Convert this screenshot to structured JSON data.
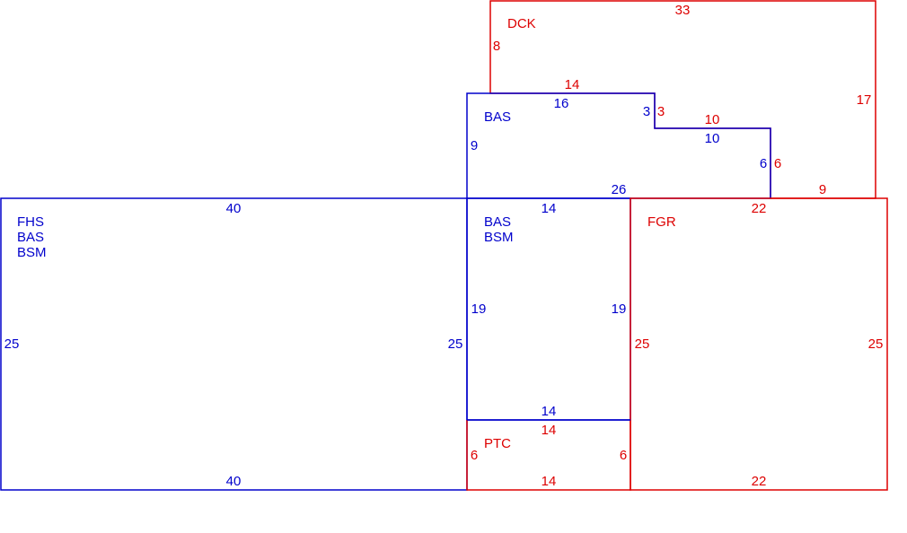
{
  "colors": {
    "living": "#0000cc",
    "other": "#dd0000"
  },
  "areas": {
    "dck": "DCK",
    "bas_top": "BAS",
    "main_1": "FHS",
    "main_2": "BAS",
    "main_3": "BSM",
    "mid_1": "BAS",
    "mid_2": "BSM",
    "fgr": "FGR",
    "ptc": "PTC"
  },
  "dims": {
    "dck_top": "33",
    "dck_left": "8",
    "dck_14": "14",
    "dck_3": "3",
    "dck_10": "10",
    "dck_6": "6",
    "dck_9": "9",
    "dck_right": "17",
    "bas_top": "16",
    "bas_step": "3",
    "bas_10": "10",
    "bas_6": "6",
    "bas_left": "9",
    "bas_bottom": "26",
    "main_top": "40",
    "main_left": "25",
    "main_right": "25",
    "main_bottom": "40",
    "mid_top": "14",
    "mid_left": "19",
    "mid_right": "19",
    "mid_bottom": "14",
    "fgr_top": "22",
    "fgr_left": "25",
    "fgr_right": "25",
    "fgr_bottom": "22",
    "ptc_top": "14",
    "ptc_left": "6",
    "ptc_right": "6",
    "ptc_bottom": "14"
  }
}
